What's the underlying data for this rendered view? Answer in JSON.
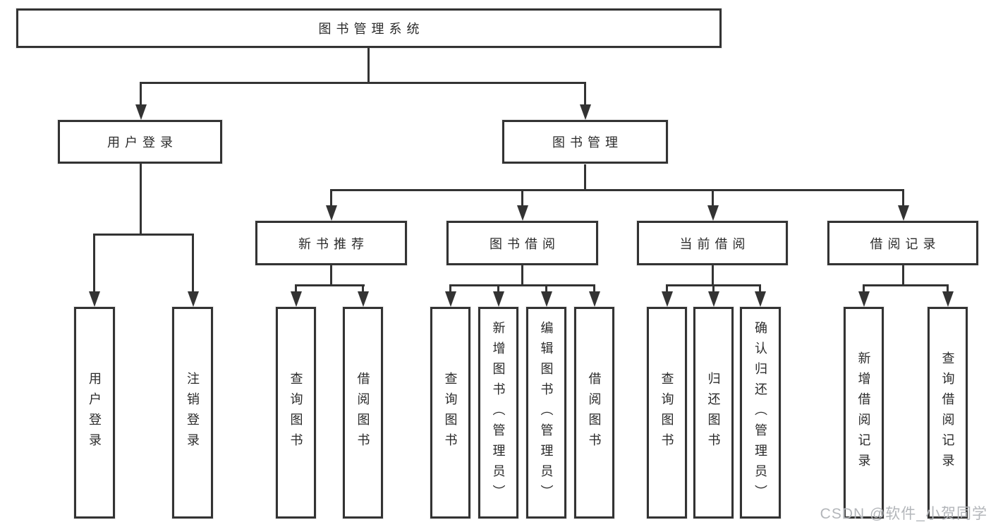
{
  "diagram": {
    "root": {
      "label": "图书管理系统"
    },
    "branches": [
      {
        "label": "用户登录",
        "children": [
          {
            "label": "用户登录"
          },
          {
            "label": "注销登录"
          }
        ]
      },
      {
        "label": "图书管理",
        "children": [
          {
            "label": "新书推荐",
            "children": [
              {
                "label": "查询图书"
              },
              {
                "label": "借阅图书"
              }
            ]
          },
          {
            "label": "图书借阅",
            "children": [
              {
                "label": "查询图书"
              },
              {
                "label": "新增图书（管理员）"
              },
              {
                "label": "编辑图书（管理员）"
              },
              {
                "label": "借阅图书"
              }
            ]
          },
          {
            "label": "当前借阅",
            "children": [
              {
                "label": "查询图书"
              },
              {
                "label": "归还图书"
              },
              {
                "label": "确认归还（管理员）"
              }
            ]
          },
          {
            "label": "借阅记录",
            "children": [
              {
                "label": "新增借阅记录"
              },
              {
                "label": "查询借阅记录"
              }
            ]
          }
        ]
      }
    ]
  },
  "watermark": {
    "text": "CSDN @软件_小贺同学",
    "color": "#b3b6ba"
  },
  "colors": {
    "line": "#333333",
    "text": "#2b2b2b",
    "background": "#ffffff"
  }
}
